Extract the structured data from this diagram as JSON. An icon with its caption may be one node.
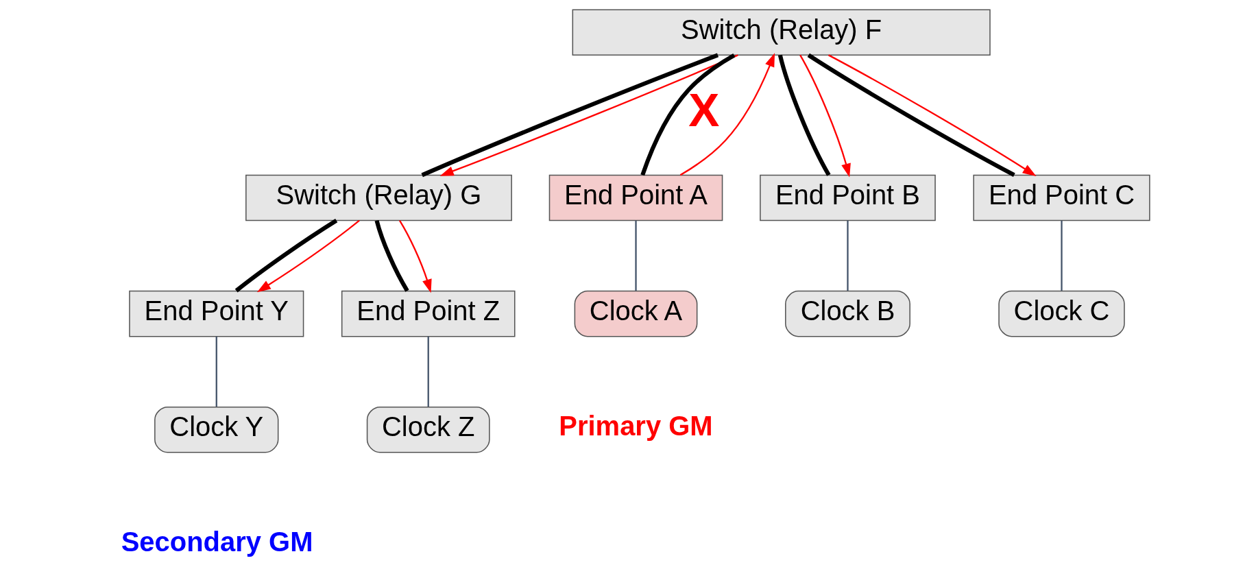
{
  "diagram": {
    "nodes": [
      {
        "text": [
          "Switch (Relay) F"
        ]
      },
      {
        "text": [
          "Switch (Relay) G"
        ]
      },
      {
        "text": [
          "End Point A"
        ]
      },
      {
        "text": [
          "End Point B"
        ]
      },
      {
        "text": [
          "End Point C"
        ]
      },
      {
        "text": [
          "End Point Y"
        ]
      },
      {
        "text": [
          "End Point Z"
        ]
      },
      {
        "text": [
          "Clock A"
        ],
        "beside": [
          "Primary GM"
        ]
      },
      {
        "text": [
          "Clock B"
        ]
      },
      {
        "text": [
          "Clock C"
        ]
      },
      {
        "text": [
          "Clock Y"
        ],
        "beside": [
          "Secondary GM"
        ]
      },
      {
        "text": [
          "Clock Z"
        ]
      }
    ],
    "edges": [
      {
        "from": 0,
        "to": 1,
        "arrow": "none",
        "style": "thick"
      },
      {
        "from": 0,
        "to": 1,
        "arrow": "to",
        "color": "#ff0000"
      },
      {
        "from": 0,
        "to": 2,
        "arrow": "none",
        "style": "thick",
        "label": "X"
      },
      {
        "from": 2,
        "to": 0,
        "arrow": "to",
        "color": "#ff0000"
      },
      {
        "from": 0,
        "to": 3,
        "arrow": "none",
        "style": "thick"
      },
      {
        "from": 0,
        "to": 3,
        "arrow": "to",
        "color": "#ff0000"
      },
      {
        "from": 0,
        "to": 4,
        "arrow": "none",
        "style": "thick"
      },
      {
        "from": 0,
        "to": 4,
        "arrow": "to",
        "color": "#ff0000"
      },
      {
        "from": 1,
        "to": 5,
        "arrow": "none",
        "style": "thick"
      },
      {
        "from": 1,
        "to": 5,
        "arrow": "to",
        "color": "#ff0000"
      },
      {
        "from": 1,
        "to": 6,
        "arrow": "none",
        "style": "thick"
      },
      {
        "from": 1,
        "to": 6,
        "arrow": "to",
        "color": "#ff0000"
      },
      {
        "from": 2,
        "to": 7,
        "arrow": "none",
        "color": "#44546a"
      },
      {
        "from": 3,
        "to": 8,
        "arrow": "none",
        "color": "#44546a"
      },
      {
        "from": 4,
        "to": 9,
        "arrow": "none",
        "color": "#44546a"
      },
      {
        "from": 5,
        "to": 10,
        "arrow": "none",
        "color": "#44546a"
      },
      {
        "from": 6,
        "to": 11,
        "arrow": "none",
        "color": "#44546a"
      }
    ]
  }
}
